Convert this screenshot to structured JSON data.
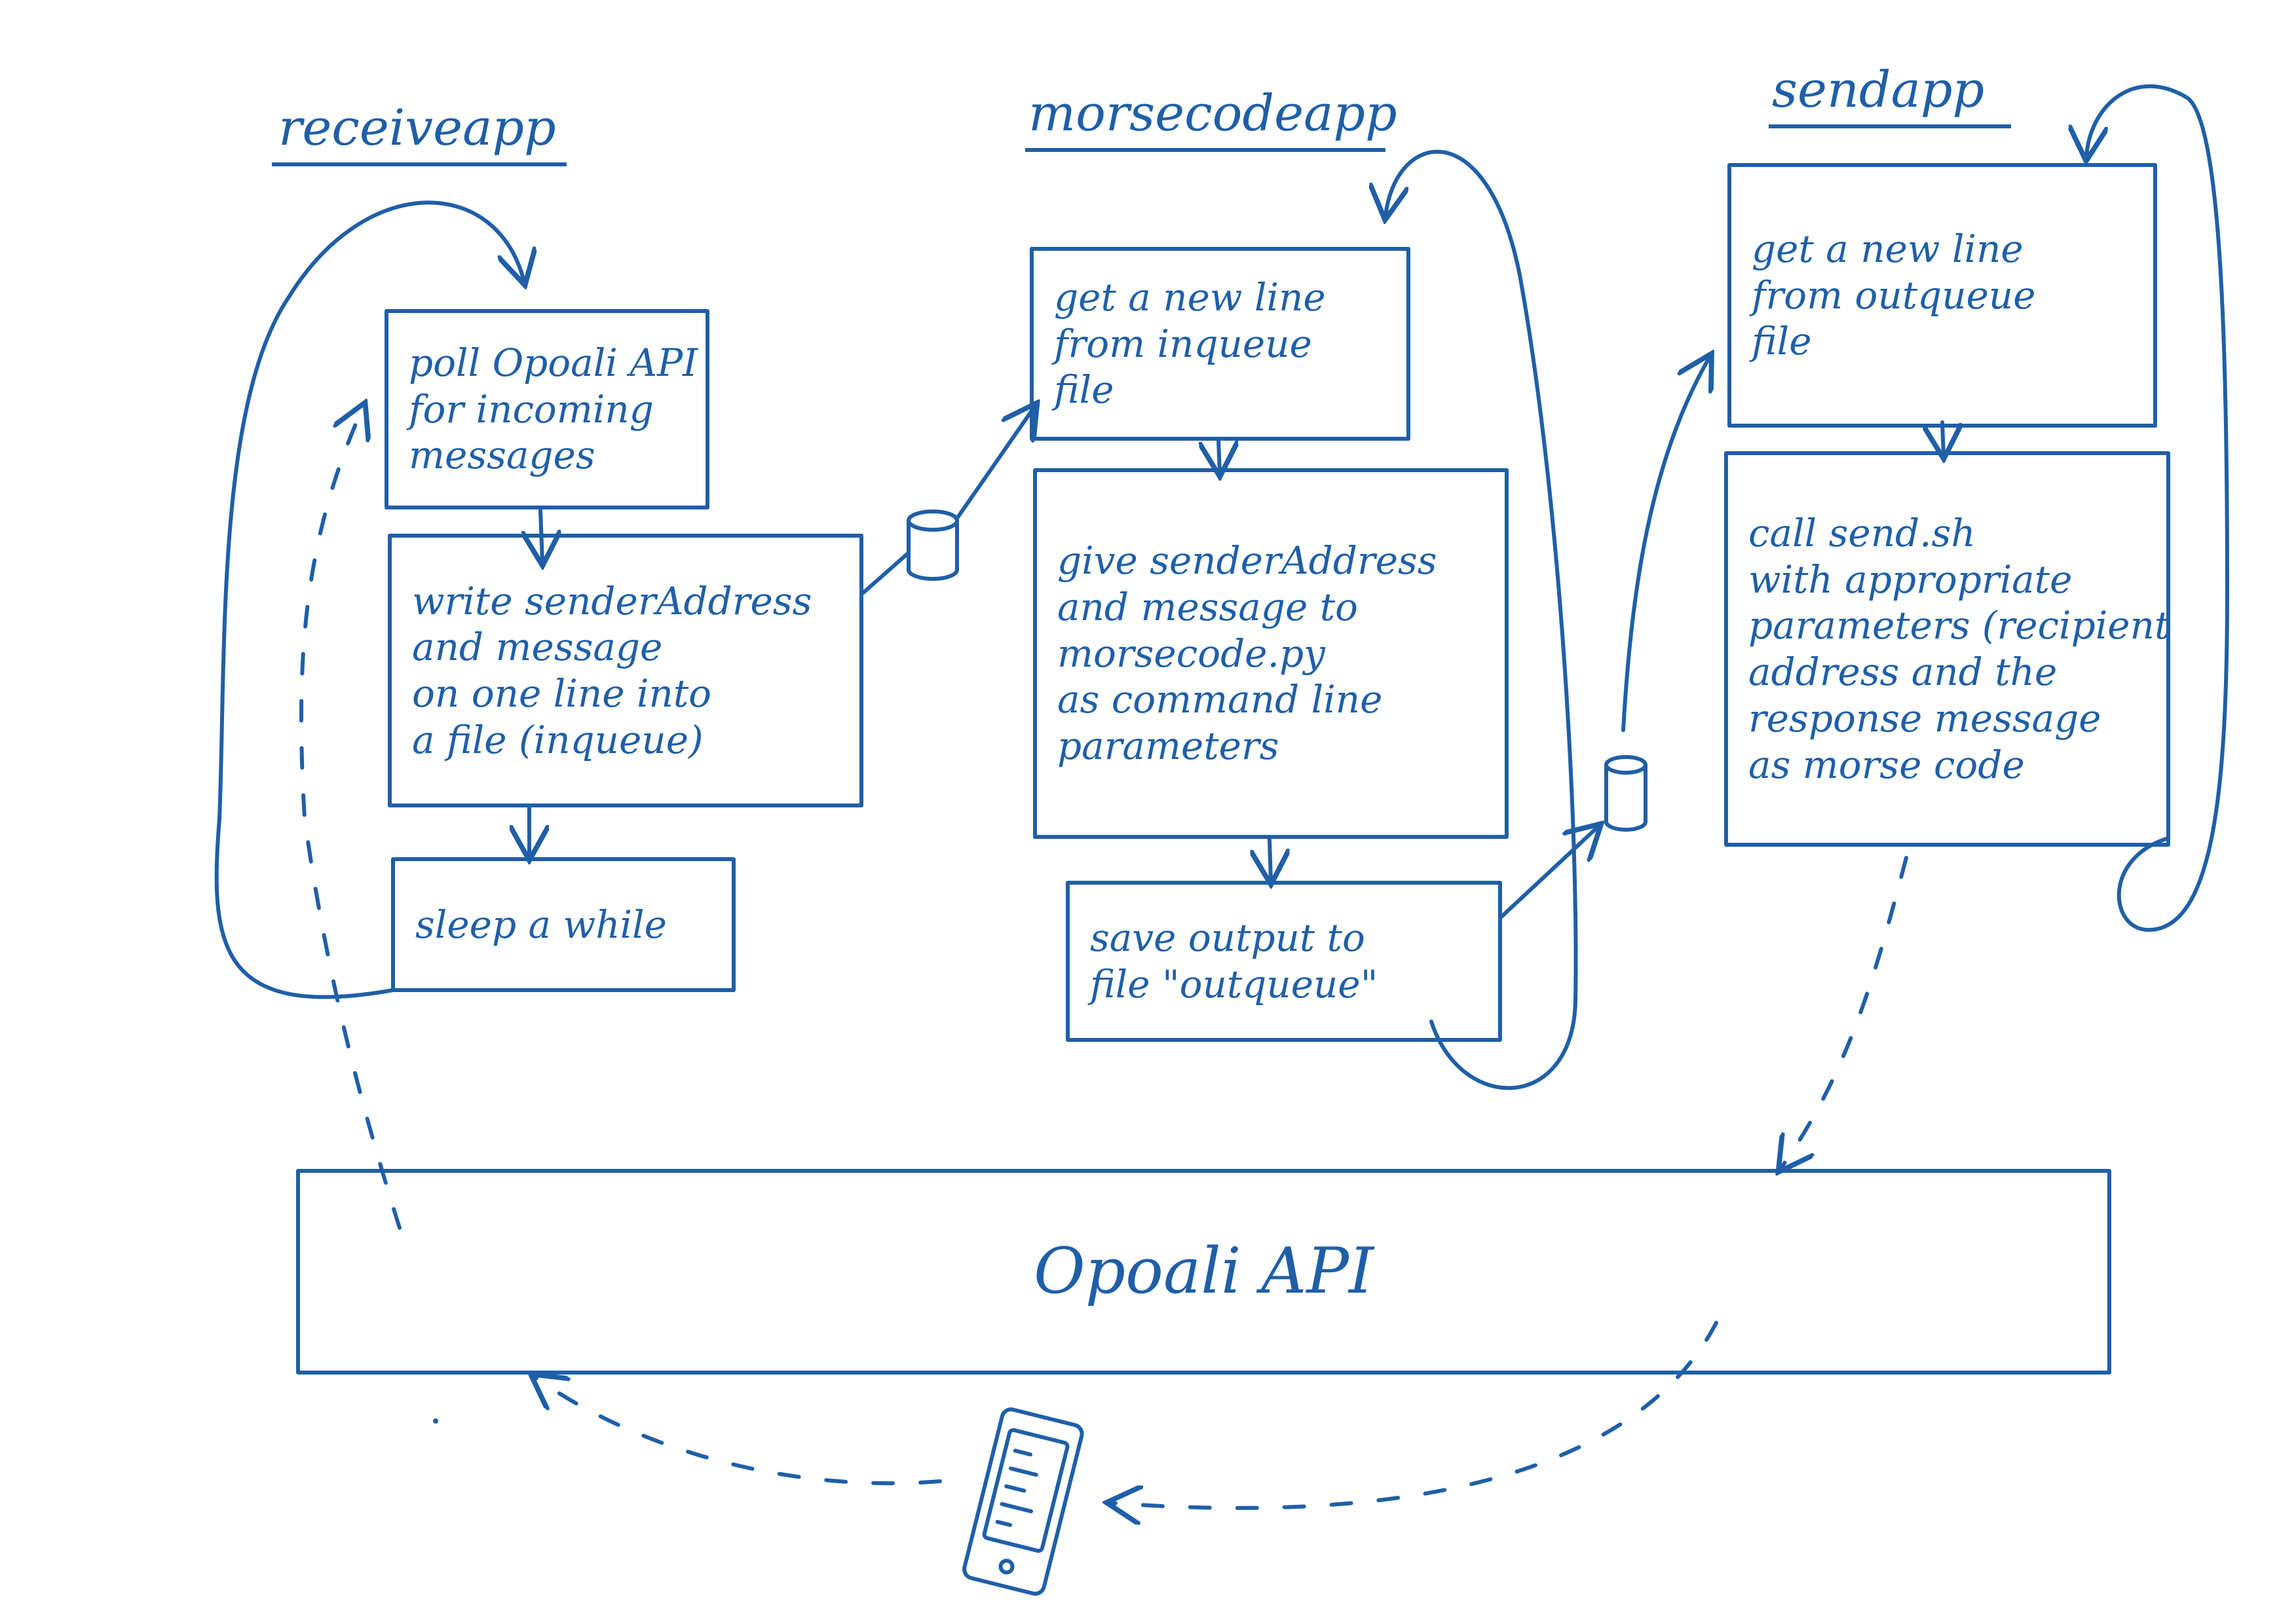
{
  "columns": {
    "receive": {
      "title": "receiveapp",
      "boxes": [
        {
          "lines": [
            "poll Opoali API",
            "for incoming",
            "messages"
          ]
        },
        {
          "lines": [
            "write senderAddress",
            "and message",
            "on one line into",
            "a file (inqueue)"
          ]
        },
        {
          "lines": [
            "sleep a while"
          ]
        }
      ]
    },
    "morse": {
      "title": "morsecodeapp",
      "boxes": [
        {
          "lines": [
            "get a new line",
            "from inqueue",
            "file"
          ]
        },
        {
          "lines": [
            "give senderAddress",
            "and message to",
            "morsecode.py",
            "as command line",
            "parameters"
          ]
        },
        {
          "lines": [
            "save output to",
            "file \"outqueue\""
          ]
        }
      ]
    },
    "send": {
      "title": "sendapp",
      "boxes": [
        {
          "lines": [
            "get a new line",
            "from outqueue",
            "file"
          ]
        },
        {
          "lines": [
            "call send.sh",
            "with appropriate",
            "parameters (recipient",
            "address and the",
            "response message",
            "as morse code"
          ]
        }
      ]
    }
  },
  "api": {
    "label": "Opoali API"
  },
  "colors": {
    "ink": "#1f5fa8",
    "paper": "#ffffff"
  },
  "icons": {
    "queue": "cylinder-icon",
    "phone": "mobile-phone-icon"
  }
}
